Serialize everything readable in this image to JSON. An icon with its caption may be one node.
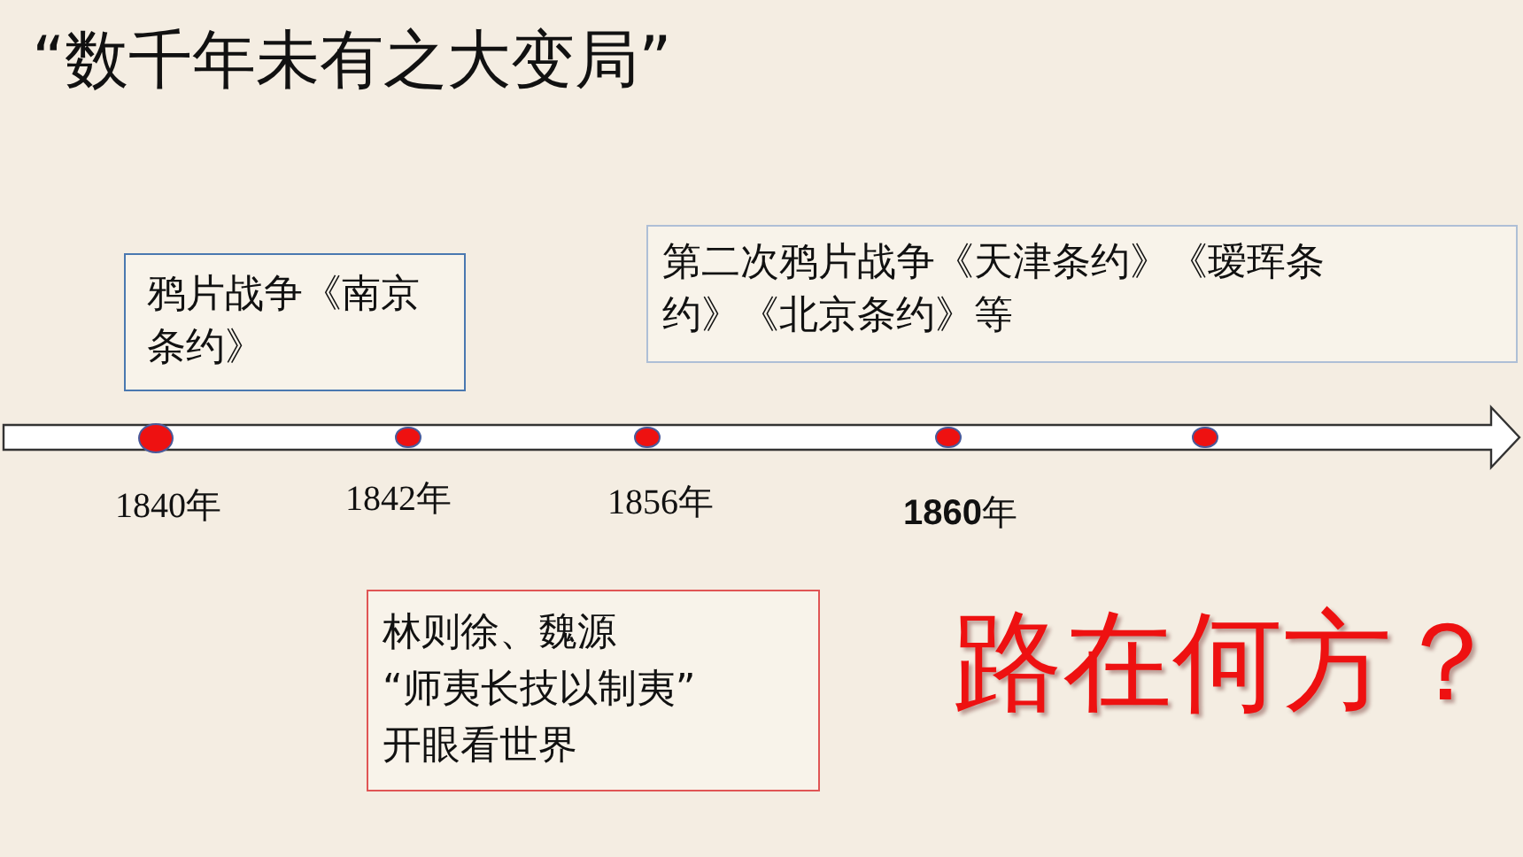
{
  "diagram": {
    "title": "“数千年未有之大变局”",
    "nodes": [
      {
        "text": [
          "鸦片战争《南京条约》"
        ]
      },
      {
        "text": [
          "第二次鸦片战争《天津条约》《瑷珲条约》《北京条约》等"
        ]
      },
      {
        "text": [
          "林则徐、魏源",
          "“师夷长技以制夷”",
          "开眼看世界"
        ]
      },
      {
        "text": [],
        "shape": "circle"
      },
      {
        "text": [],
        "shape": "circle"
      },
      {
        "text": [],
        "shape": "circle"
      },
      {
        "text": [],
        "shape": "circle"
      },
      {
        "text": [],
        "shape": "circle"
      }
    ],
    "labels": [
      "1840年",
      "1842年",
      "1856年",
      "**1860**年",
      "路在何方？"
    ]
  }
}
